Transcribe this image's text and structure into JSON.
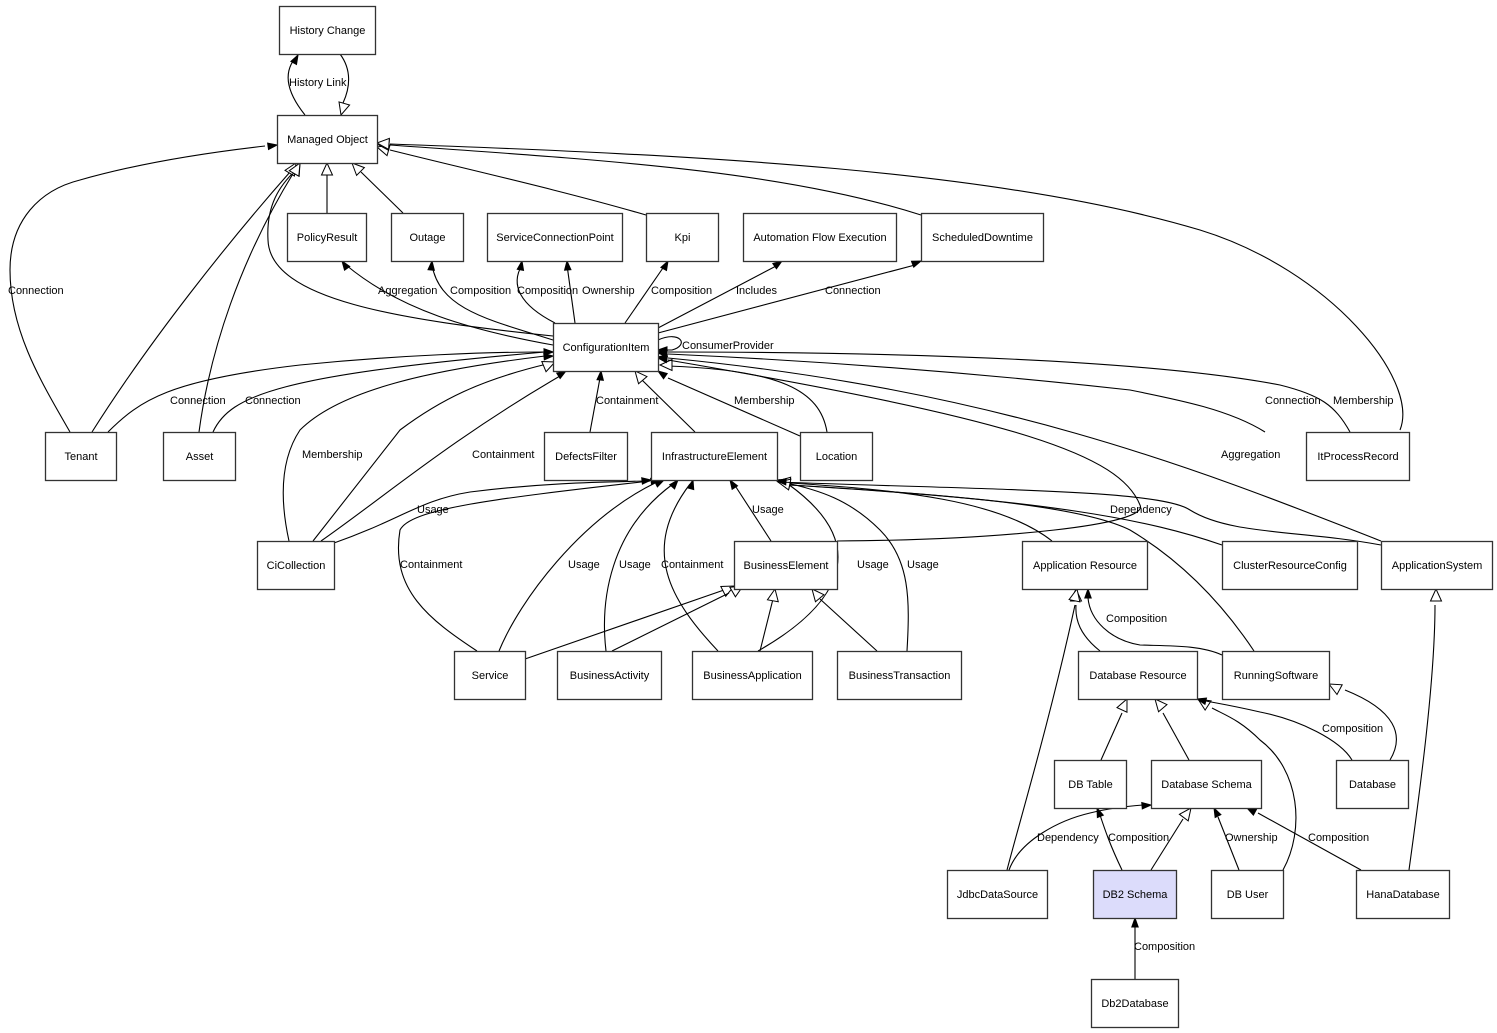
{
  "diagram": {
    "type": "uml-class-relationship-graph",
    "highlight_color": "#dcdcfb",
    "nodes": [
      {
        "id": "history_change",
        "label": "History Change"
      },
      {
        "id": "managed_object",
        "label": "Managed Object"
      },
      {
        "id": "policy_result",
        "label": "PolicyResult"
      },
      {
        "id": "outage",
        "label": "Outage"
      },
      {
        "id": "service_connection_point",
        "label": "ServiceConnectionPoint"
      },
      {
        "id": "kpi",
        "label": "Kpi"
      },
      {
        "id": "automation_flow_execution",
        "label": "Automation Flow Execution"
      },
      {
        "id": "scheduled_downtime",
        "label": "ScheduledDowntime"
      },
      {
        "id": "configuration_item",
        "label": "ConfigurationItem"
      },
      {
        "id": "tenant",
        "label": "Tenant"
      },
      {
        "id": "asset",
        "label": "Asset"
      },
      {
        "id": "defects_filter",
        "label": "DefectsFilter"
      },
      {
        "id": "infrastructure_element",
        "label": "InfrastructureElement"
      },
      {
        "id": "location",
        "label": "Location"
      },
      {
        "id": "it_process_record",
        "label": "ItProcessRecord"
      },
      {
        "id": "ci_collection",
        "label": "CiCollection"
      },
      {
        "id": "business_element",
        "label": "BusinessElement"
      },
      {
        "id": "application_resource",
        "label": "Application Resource"
      },
      {
        "id": "cluster_resource_config",
        "label": "ClusterResourceConfig"
      },
      {
        "id": "application_system",
        "label": "ApplicationSystem"
      },
      {
        "id": "service",
        "label": "Service"
      },
      {
        "id": "business_activity",
        "label": "BusinessActivity"
      },
      {
        "id": "business_application",
        "label": "BusinessApplication"
      },
      {
        "id": "business_transaction",
        "label": "BusinessTransaction"
      },
      {
        "id": "database_resource",
        "label": "Database Resource"
      },
      {
        "id": "running_software",
        "label": "RunningSoftware"
      },
      {
        "id": "db_table",
        "label": "DB Table"
      },
      {
        "id": "database_schema",
        "label": "Database Schema"
      },
      {
        "id": "database",
        "label": "Database"
      },
      {
        "id": "jdbc_data_source",
        "label": "JdbcDataSource"
      },
      {
        "id": "db2_schema",
        "label": "DB2 Schema",
        "highlighted": true
      },
      {
        "id": "db_user",
        "label": "DB User"
      },
      {
        "id": "hana_database",
        "label": "HanaDatabase"
      },
      {
        "id": "db2_database",
        "label": "Db2Database"
      }
    ],
    "edges": [
      {
        "from": "managed_object",
        "to": "history_change",
        "kind": "association",
        "label": "History Link"
      },
      {
        "from": "history_change",
        "to": "managed_object",
        "kind": "inheritance",
        "label": ""
      },
      {
        "from": "policy_result",
        "to": "managed_object",
        "kind": "inheritance",
        "label": ""
      },
      {
        "from": "outage",
        "to": "managed_object",
        "kind": "inheritance",
        "label": ""
      },
      {
        "from": "kpi",
        "to": "managed_object",
        "kind": "inheritance",
        "label": ""
      },
      {
        "from": "scheduled_downtime",
        "to": "managed_object",
        "kind": "inheritance",
        "label": ""
      },
      {
        "from": "it_process_record",
        "to": "managed_object",
        "kind": "inheritance",
        "label": ""
      },
      {
        "from": "configuration_item",
        "to": "managed_object",
        "kind": "inheritance",
        "label": ""
      },
      {
        "from": "tenant",
        "to": "managed_object",
        "kind": "association",
        "label": "Connection"
      },
      {
        "from": "tenant",
        "to": "managed_object",
        "kind": "inheritance",
        "label": ""
      },
      {
        "from": "asset",
        "to": "managed_object",
        "kind": "inheritance",
        "label": ""
      },
      {
        "from": "configuration_item",
        "to": "policy_result",
        "kind": "association",
        "label": "Aggregation"
      },
      {
        "from": "configuration_item",
        "to": "outage",
        "kind": "association",
        "label": "Composition"
      },
      {
        "from": "configuration_item",
        "to": "service_connection_point",
        "kind": "association",
        "label": "Composition"
      },
      {
        "from": "configuration_item",
        "to": "service_connection_point",
        "kind": "association",
        "label": "Ownership"
      },
      {
        "from": "configuration_item",
        "to": "kpi",
        "kind": "association",
        "label": "Composition"
      },
      {
        "from": "configuration_item",
        "to": "automation_flow_execution",
        "kind": "association",
        "label": "Includes"
      },
      {
        "from": "configuration_item",
        "to": "scheduled_downtime",
        "kind": "association",
        "label": "Connection"
      },
      {
        "from": "configuration_item",
        "to": "configuration_item",
        "kind": "association",
        "label": "ConsumerProvider"
      },
      {
        "from": "tenant",
        "to": "configuration_item",
        "kind": "association",
        "label": "Connection"
      },
      {
        "from": "asset",
        "to": "configuration_item",
        "kind": "association",
        "label": "Connection"
      },
      {
        "from": "ci_collection",
        "to": "configuration_item",
        "kind": "association",
        "label": "Membership"
      },
      {
        "from": "ci_collection",
        "to": "configuration_item",
        "kind": "inheritance",
        "label": ""
      },
      {
        "from": "ci_collection",
        "to": "configuration_item",
        "kind": "association",
        "label": "Containment"
      },
      {
        "from": "defects_filter",
        "to": "configuration_item",
        "kind": "association",
        "label": "Containment"
      },
      {
        "from": "infrastructure_element",
        "to": "configuration_item",
        "kind": "inheritance",
        "label": ""
      },
      {
        "from": "location",
        "to": "configuration_item",
        "kind": "association",
        "label": "Membership"
      },
      {
        "from": "location",
        "to": "configuration_item",
        "kind": "inheritance",
        "label": ""
      },
      {
        "from": "it_process_record",
        "to": "configuration_item",
        "kind": "association",
        "label": "Connection"
      },
      {
        "from": "it_process_record",
        "to": "configuration_item",
        "kind": "association",
        "label": "Membership"
      },
      {
        "from": "application_system",
        "to": "configuration_item",
        "kind": "association",
        "label": "Aggregation"
      },
      {
        "from": "business_element",
        "to": "configuration_item",
        "kind": "association",
        "label": "Dependency"
      },
      {
        "from": "ci_collection",
        "to": "infrastructure_element",
        "kind": "association",
        "label": "Usage"
      },
      {
        "from": "service",
        "to": "infrastructure_element",
        "kind": "association",
        "label": "Containment"
      },
      {
        "from": "service",
        "to": "infrastructure_element",
        "kind": "association",
        "label": "Usage"
      },
      {
        "from": "business_activity",
        "to": "infrastructure_element",
        "kind": "association",
        "label": "Usage"
      },
      {
        "from": "business_application",
        "to": "infrastructure_element",
        "kind": "association",
        "label": "Containment"
      },
      {
        "from": "business_element",
        "to": "infrastructure_element",
        "kind": "association",
        "label": "Usage"
      },
      {
        "from": "business_application",
        "to": "infrastructure_element",
        "kind": "association",
        "label": "Usage"
      },
      {
        "from": "business_transaction",
        "to": "infrastructure_element",
        "kind": "association",
        "label": "Usage"
      },
      {
        "from": "application_resource",
        "to": "infrastructure_element",
        "kind": "inheritance",
        "label": ""
      },
      {
        "from": "cluster_resource_config",
        "to": "infrastructure_element",
        "kind": "association",
        "label": ""
      },
      {
        "from": "running_software",
        "to": "infrastructure_element",
        "kind": "inheritance",
        "label": ""
      },
      {
        "from": "application_system",
        "to": "infrastructure_element",
        "kind": "association",
        "label": ""
      },
      {
        "from": "service",
        "to": "business_element",
        "kind": "inheritance",
        "label": ""
      },
      {
        "from": "business_activity",
        "to": "business_element",
        "kind": "inheritance",
        "label": ""
      },
      {
        "from": "business_application",
        "to": "business_element",
        "kind": "inheritance",
        "label": ""
      },
      {
        "from": "business_transaction",
        "to": "business_element",
        "kind": "inheritance",
        "label": ""
      },
      {
        "from": "database_resource",
        "to": "application_resource",
        "kind": "inheritance",
        "label": ""
      },
      {
        "from": "jdbc_data_source",
        "to": "application_resource",
        "kind": "inheritance",
        "label": ""
      },
      {
        "from": "running_software",
        "to": "application_resource",
        "kind": "association",
        "label": "Composition"
      },
      {
        "from": "hana_database",
        "to": "application_system",
        "kind": "inheritance",
        "label": ""
      },
      {
        "from": "database",
        "to": "running_software",
        "kind": "inheritance",
        "label": ""
      },
      {
        "from": "db_table",
        "to": "database_resource",
        "kind": "inheritance",
        "label": ""
      },
      {
        "from": "database_schema",
        "to": "database_resource",
        "kind": "inheritance",
        "label": ""
      },
      {
        "from": "db_user",
        "to": "database_resource",
        "kind": "inheritance",
        "label": ""
      },
      {
        "from": "database",
        "to": "database_resource",
        "kind": "association",
        "label": "Composition"
      },
      {
        "from": "jdbc_data_source",
        "to": "database_schema",
        "kind": "association",
        "label": "Dependency"
      },
      {
        "from": "db2_schema",
        "to": "db_table",
        "kind": "association",
        "label": "Composition"
      },
      {
        "from": "db2_schema",
        "to": "database_schema",
        "kind": "inheritance",
        "label": ""
      },
      {
        "from": "db_user",
        "to": "database_schema",
        "kind": "association",
        "label": "Ownership"
      },
      {
        "from": "hana_database",
        "to": "database_schema",
        "kind": "association",
        "label": "Composition"
      },
      {
        "from": "db2_database",
        "to": "db2_schema",
        "kind": "association",
        "label": "Composition"
      }
    ]
  }
}
